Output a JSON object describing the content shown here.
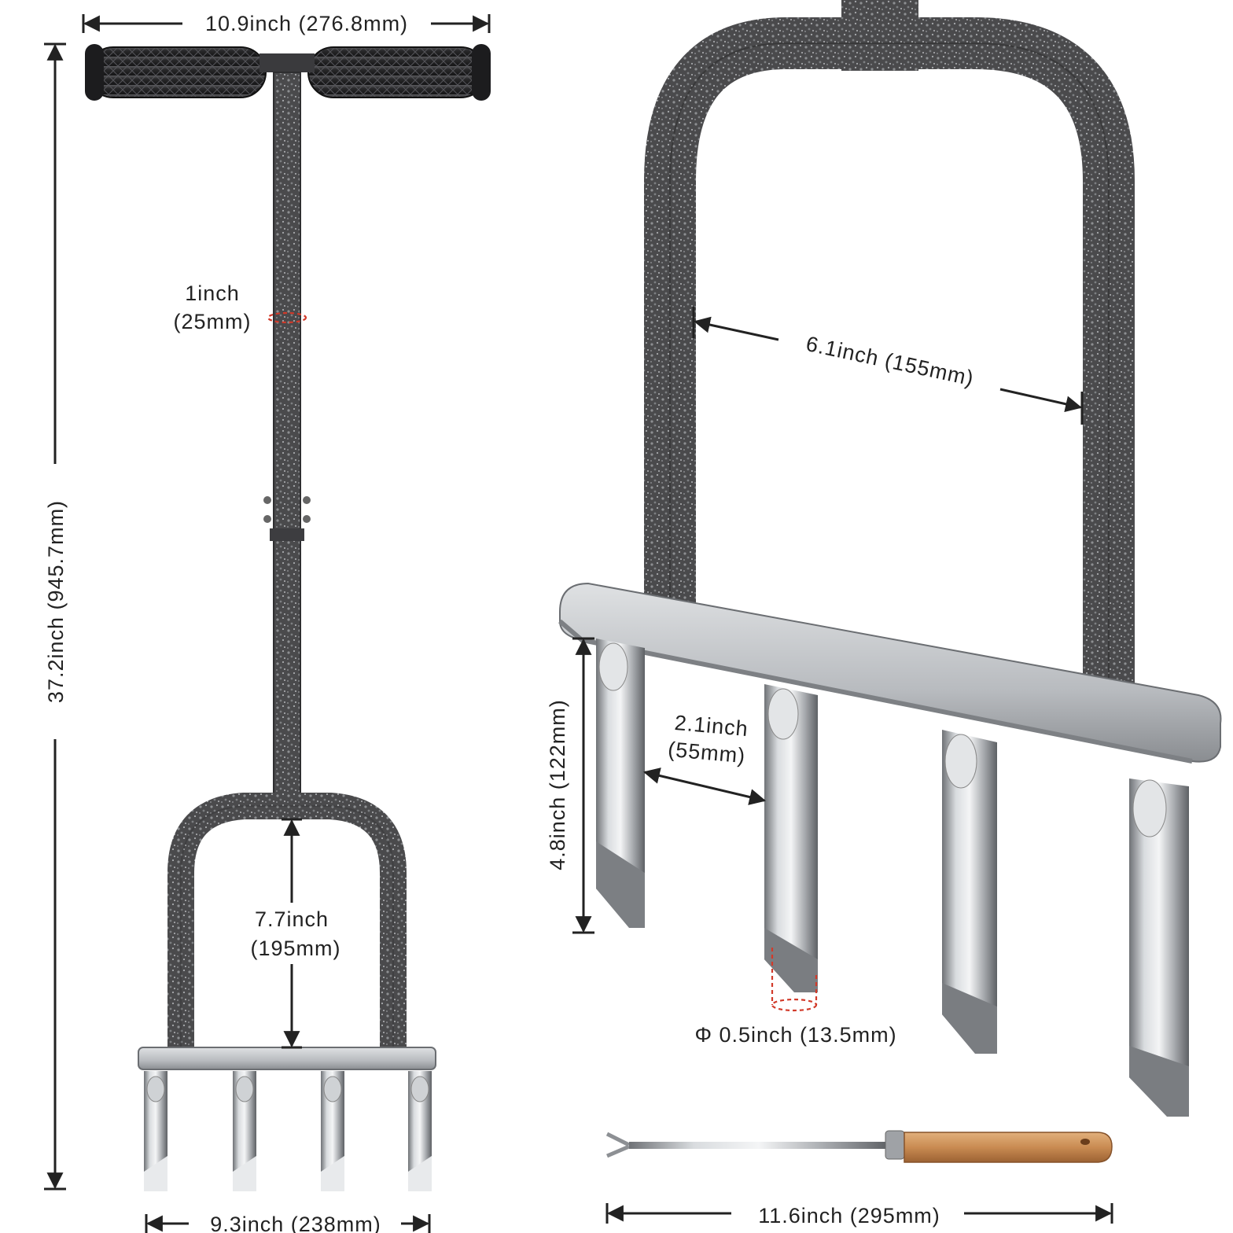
{
  "dimensions": {
    "handle_width": "10.9inch (276.8mm)",
    "total_height": "37.2inch (945.7mm)",
    "shaft_diameter_line1": "1inch",
    "shaft_diameter_line2": "(25mm)",
    "fork_inner_height_line1": "7.7inch",
    "fork_inner_height_line2": "(195mm)",
    "base_width": "9.3inch (238mm)",
    "fork_inner_width": "6.1inch (155mm)",
    "tine_length": "4.8inch (122mm)",
    "tine_spacing_line1": "2.1inch",
    "tine_spacing_line2": "(55mm)",
    "tine_diameter": "Φ 0.5inch (13.5mm)",
    "weeder_length": "11.6inch (295mm)"
  },
  "colors": {
    "metal_dark": "#4a4a4c",
    "steel": "#b9bcc0",
    "grip": "#2b2b2d",
    "wood": "#c98b52",
    "dimension_line": "#222222",
    "marker_red": "#d23a2a"
  }
}
